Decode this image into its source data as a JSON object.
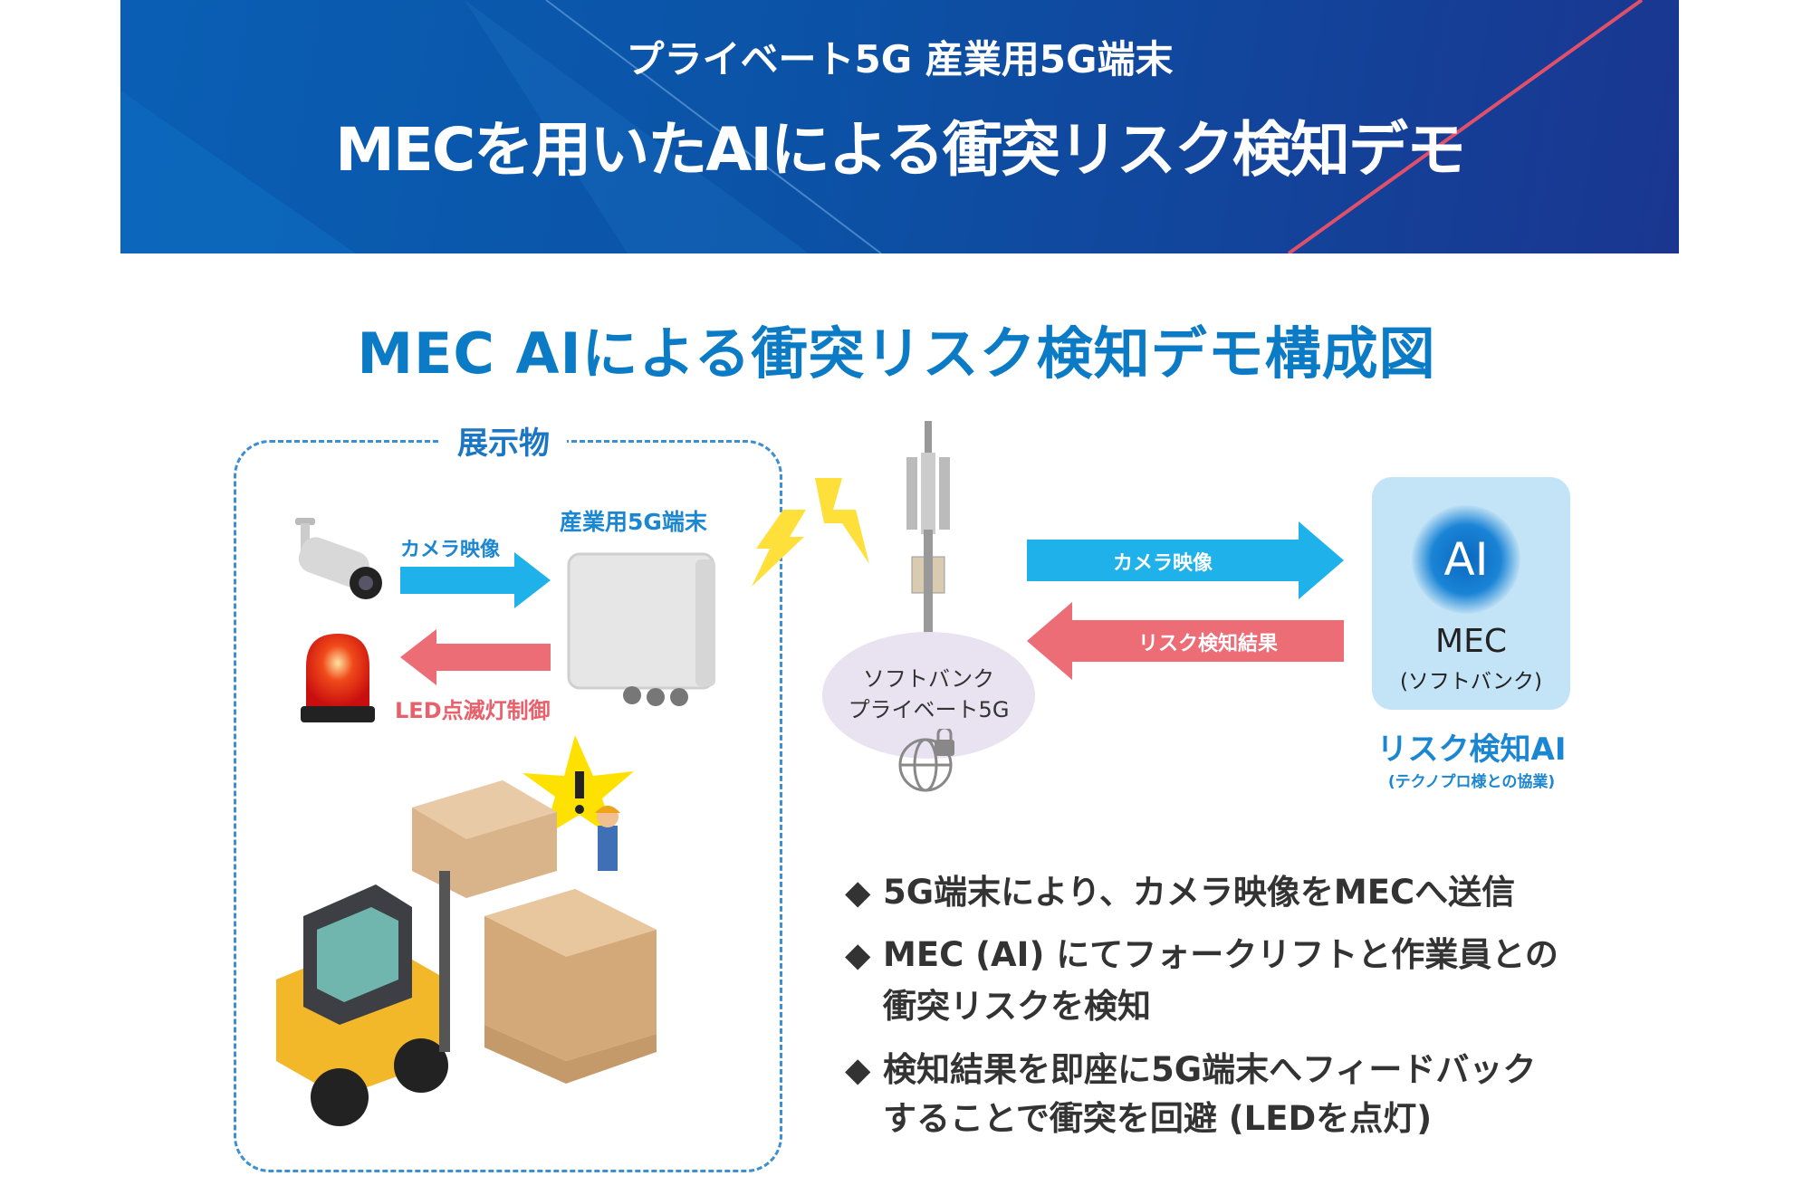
{
  "banner": {
    "subtitle": "プライベート5G 産業用5G端末",
    "title": "MECを用いたAIによる衝突リスク検知デモ"
  },
  "diagram_title": "MEC AIによる衝突リスク検知デモ構成図",
  "exhibit": {
    "label": "展示物",
    "device_label": "産業用5G端末",
    "camera_arrow_label": "カメラ映像",
    "led_arrow_label": "LED点滅灯制御"
  },
  "network": {
    "line1": "ソフトバンク",
    "line2": "プライベート5G"
  },
  "arrows": {
    "to_mec": "カメラ映像",
    "from_mec": "リスク検知結果"
  },
  "mec": {
    "ai": "AI",
    "name": "MEC",
    "owner": "(ソフトバンク)",
    "risk_ai": "リスク検知AI",
    "collab": "(テクノプロ様との協業)"
  },
  "bullets": [
    {
      "lines": [
        "5G端末により、カメラ映像をMECへ送信"
      ]
    },
    {
      "lines": [
        "MEC (AI) にてフォークリフトと作業員との",
        "衝突リスクを検知"
      ]
    },
    {
      "lines": [
        "検知結果を即座に5G端末へフィードバック",
        "することで衝突を回避 (LEDを点灯)"
      ]
    }
  ],
  "bullet_marker": "◆",
  "colors": {
    "banner": "#0b52a6",
    "title": "#0b7bc6",
    "blue_arrow": "#1fb2ea",
    "red_arrow": "#ec6d75",
    "mec_box": "#c3e3f6"
  }
}
